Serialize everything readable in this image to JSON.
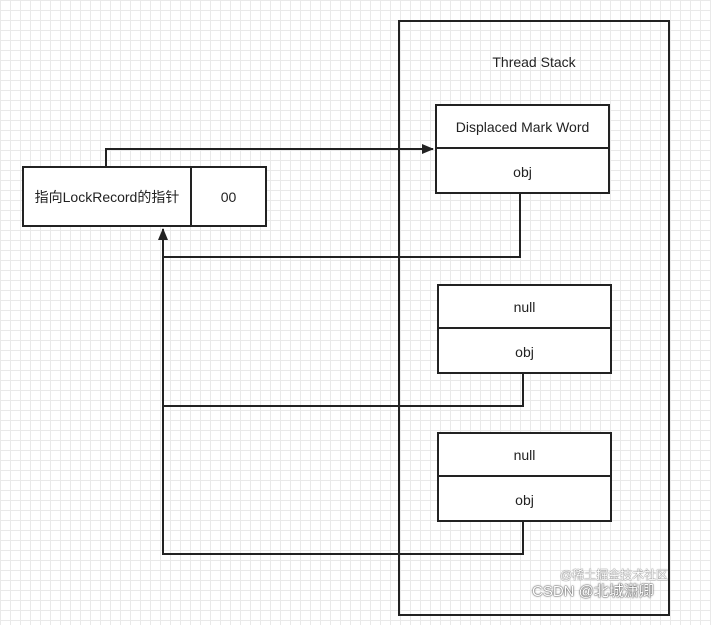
{
  "mark_word": {
    "pointer_label": "指向LockRecord的指针",
    "lock_bits": "00"
  },
  "thread_stack": {
    "title": "Thread Stack",
    "records": [
      {
        "top": "Displaced Mark Word",
        "bottom": "obj"
      },
      {
        "top": "null",
        "bottom": "obj"
      },
      {
        "top": "null",
        "bottom": "obj"
      }
    ]
  },
  "watermark": {
    "line1": "@稀土掘金技术社区",
    "line2": "CSDN @北城潇卿"
  }
}
